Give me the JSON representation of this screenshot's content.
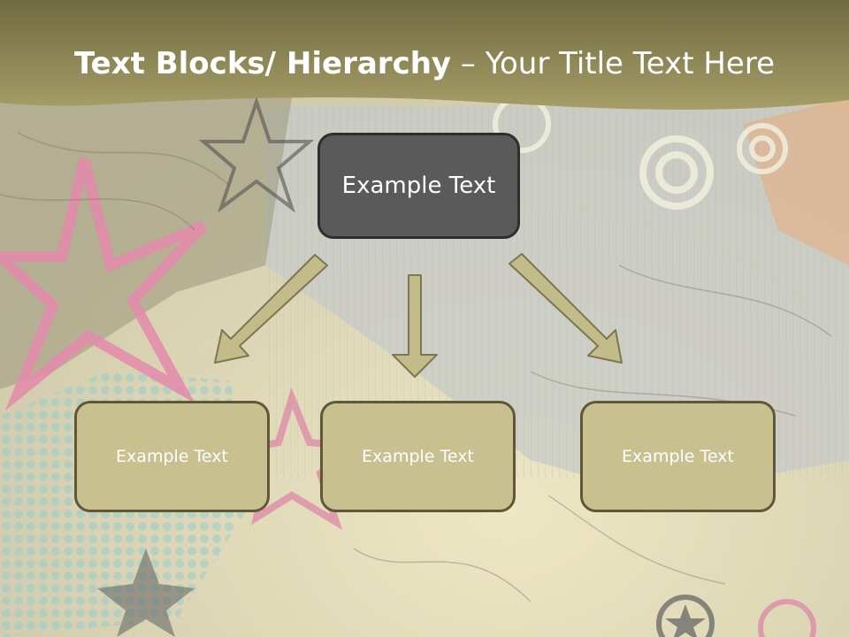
{
  "slide": {
    "title_bold": "Text Blocks/ Hierarchy",
    "title_rest": " – Your Title Text Here",
    "top_block": "Example Text",
    "child_blocks": [
      "Example Text",
      "Example Text",
      "Example Text"
    ]
  },
  "colors": {
    "header_band": "#9c9560",
    "top_block_fill": "#5a5a5a",
    "child_block_fill": "#c8c18f",
    "arrow_fill": "#c2bb8a"
  }
}
